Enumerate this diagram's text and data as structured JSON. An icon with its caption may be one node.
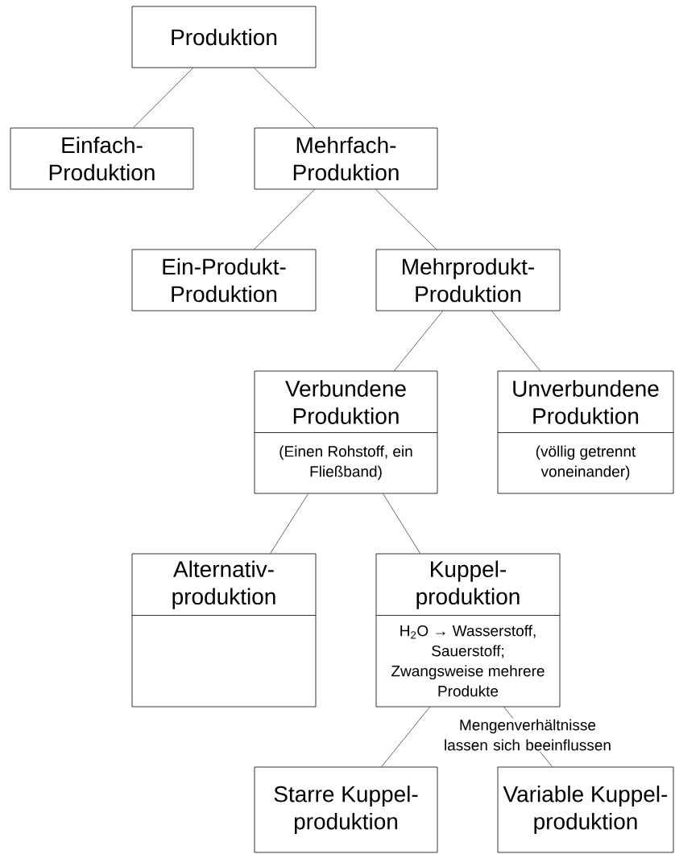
{
  "diagram": {
    "nodes": [
      {
        "text": [
          "Produktion"
        ]
      },
      {
        "text": [
          "Einfach- Produktion"
        ]
      },
      {
        "text": [
          "Mehrfach- Produktion"
        ]
      },
      {
        "text": [
          "Ein-Produkt- Produktion"
        ]
      },
      {
        "text": [
          "Mehrprodukt- Produktion"
        ]
      },
      {
        "text": [
          "Verbundene Produktion",
          "(Einen Rohstoff, ein Fließband)"
        ]
      },
      {
        "text": [
          "Unverbundene Produktion",
          "(völlig getrennt voneinander)"
        ]
      },
      {
        "text": [
          "Alternativ- produktion"
        ]
      },
      {
        "text": [
          "Kuppel- produktion",
          "H$_{2}$O → Wasserstoff, Sauerstoff; Zwangsweise mehrere Produkte"
        ]
      },
      {
        "text": [
          "Starre Kuppel- produktion"
        ]
      },
      {
        "text": [
          "Variable Kuppel- produktion"
        ]
      }
    ],
    "edges": [
      {
        "from": 0,
        "to": 1,
        "arrow": "none"
      },
      {
        "from": 0,
        "to": 2,
        "arrow": "none"
      },
      {
        "from": 2,
        "to": 3,
        "arrow": "none"
      },
      {
        "from": 2,
        "to": 4,
        "arrow": "none"
      },
      {
        "from": 4,
        "to": 5,
        "arrow": "none"
      },
      {
        "from": 4,
        "to": 6,
        "arrow": "none"
      },
      {
        "from": 5,
        "to": 7,
        "arrow": "none"
      },
      {
        "from": 5,
        "to": 8,
        "arrow": "none"
      },
      {
        "from": 8,
        "to": 9,
        "arrow": "none"
      },
      {
        "from": 8,
        "to": 10,
        "arrow": "none",
        "label": "Mengenverhältnisse lassen sich beeinflussen"
      }
    ]
  }
}
